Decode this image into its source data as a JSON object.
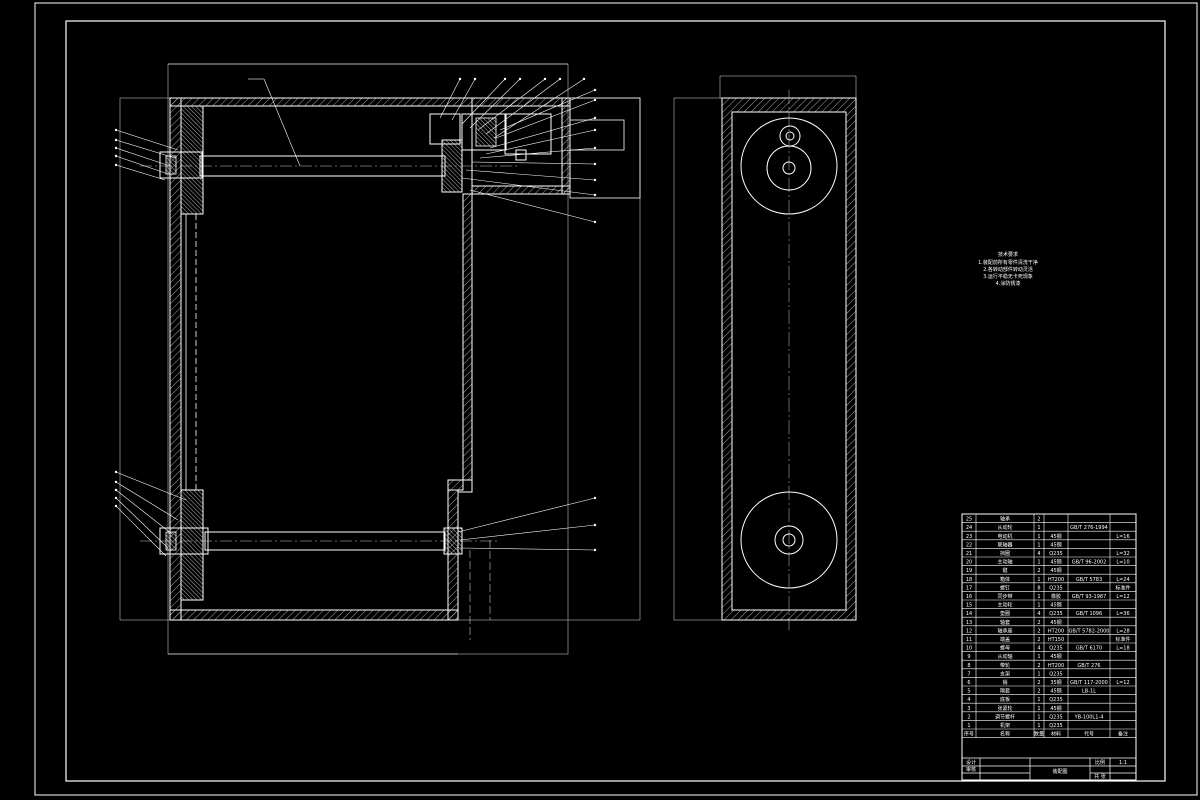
{
  "colors": {
    "background": "#000000",
    "line": "#ffffff",
    "hatch": "#d8d8d8",
    "centerline": "#c8c8c8"
  },
  "technical_notes": {
    "lines": [
      "技术要求",
      "1.装配前所有零件清洗干净",
      "2.各转动部件转动灵活",
      "3.运行平稳无卡死现象",
      "4.涂防锈漆"
    ]
  },
  "bom": {
    "rows": [
      {
        "no": "25",
        "name": "轴承",
        "qty": "2",
        "material": "",
        "code": "",
        "note": ""
      },
      {
        "no": "24",
        "name": "从动轮",
        "qty": "1",
        "material": "",
        "code": "GB/T 276-1994",
        "note": ""
      },
      {
        "no": "23",
        "name": "电动机",
        "qty": "1",
        "material": "45钢",
        "code": "",
        "note": "L=16"
      },
      {
        "no": "22",
        "name": "联轴器",
        "qty": "1",
        "material": "45钢",
        "code": "",
        "note": ""
      },
      {
        "no": "21",
        "name": "挡圈",
        "qty": "4",
        "material": "Q235",
        "code": "",
        "note": "L=32"
      },
      {
        "no": "20",
        "name": "主动轴",
        "qty": "1",
        "material": "45钢",
        "code": "GB/T 96-2002",
        "note": "L=10"
      },
      {
        "no": "19",
        "name": "键",
        "qty": "2",
        "material": "45钢",
        "code": "",
        "note": ""
      },
      {
        "no": "18",
        "name": "箱体",
        "qty": "1",
        "material": "HT200",
        "code": "GB/T 5783",
        "note": "L=24"
      },
      {
        "no": "17",
        "name": "螺钉",
        "qty": "8",
        "material": "Q235",
        "code": "",
        "note": "标准件"
      },
      {
        "no": "16",
        "name": "同步带",
        "qty": "1",
        "material": "橡胶",
        "code": "GB/T 93-1987",
        "note": "L=12"
      },
      {
        "no": "15",
        "name": "主动轮",
        "qty": "1",
        "material": "45钢",
        "code": "",
        "note": ""
      },
      {
        "no": "14",
        "name": "垫圈",
        "qty": "4",
        "material": "Q235",
        "code": "GB/T 1096",
        "note": "L=36"
      },
      {
        "no": "13",
        "name": "轴套",
        "qty": "2",
        "material": "45钢",
        "code": "",
        "note": ""
      },
      {
        "no": "12",
        "name": "轴承座",
        "qty": "2",
        "material": "HT200",
        "code": "GB/T 5782-2000",
        "note": "L=28"
      },
      {
        "no": "11",
        "name": "端盖",
        "qty": "2",
        "material": "HT150",
        "code": "",
        "note": "标准件"
      },
      {
        "no": "10",
        "name": "螺母",
        "qty": "4",
        "material": "Q235",
        "code": "GB/T 6170",
        "note": "L=18"
      },
      {
        "no": "9",
        "name": "从动轴",
        "qty": "1",
        "material": "45钢",
        "code": "",
        "note": ""
      },
      {
        "no": "8",
        "name": "带轮",
        "qty": "2",
        "material": "HT200",
        "code": "GB/T 276",
        "note": ""
      },
      {
        "no": "7",
        "name": "支架",
        "qty": "1",
        "material": "Q235",
        "code": "",
        "note": ""
      },
      {
        "no": "6",
        "name": "销",
        "qty": "2",
        "material": "35钢",
        "code": "GB/T 117-2000",
        "note": "L=12"
      },
      {
        "no": "5",
        "name": "隔套",
        "qty": "2",
        "material": "45钢",
        "code": "LB-1L",
        "note": ""
      },
      {
        "no": "4",
        "name": "底板",
        "qty": "1",
        "material": "Q235",
        "code": "",
        "note": ""
      },
      {
        "no": "3",
        "name": "张紧轮",
        "qty": "1",
        "material": "45钢",
        "code": "",
        "note": ""
      },
      {
        "no": "2",
        "name": "调节螺杆",
        "qty": "1",
        "material": "Q235",
        "code": "YB-100L1-4",
        "note": ""
      },
      {
        "no": "1",
        "name": "机架",
        "qty": "1",
        "material": "Q235",
        "code": "",
        "note": ""
      }
    ],
    "header": {
      "no": "序号",
      "name": "名称",
      "qty": "数量",
      "material": "材料",
      "code": "代号",
      "note": "备注"
    },
    "footer": {
      "drawing_name": "装配图",
      "scale": "比例",
      "scale_value": "1:1",
      "sheet": "共 张",
      "school": "",
      "designer": "设计",
      "checker": "审核"
    }
  }
}
